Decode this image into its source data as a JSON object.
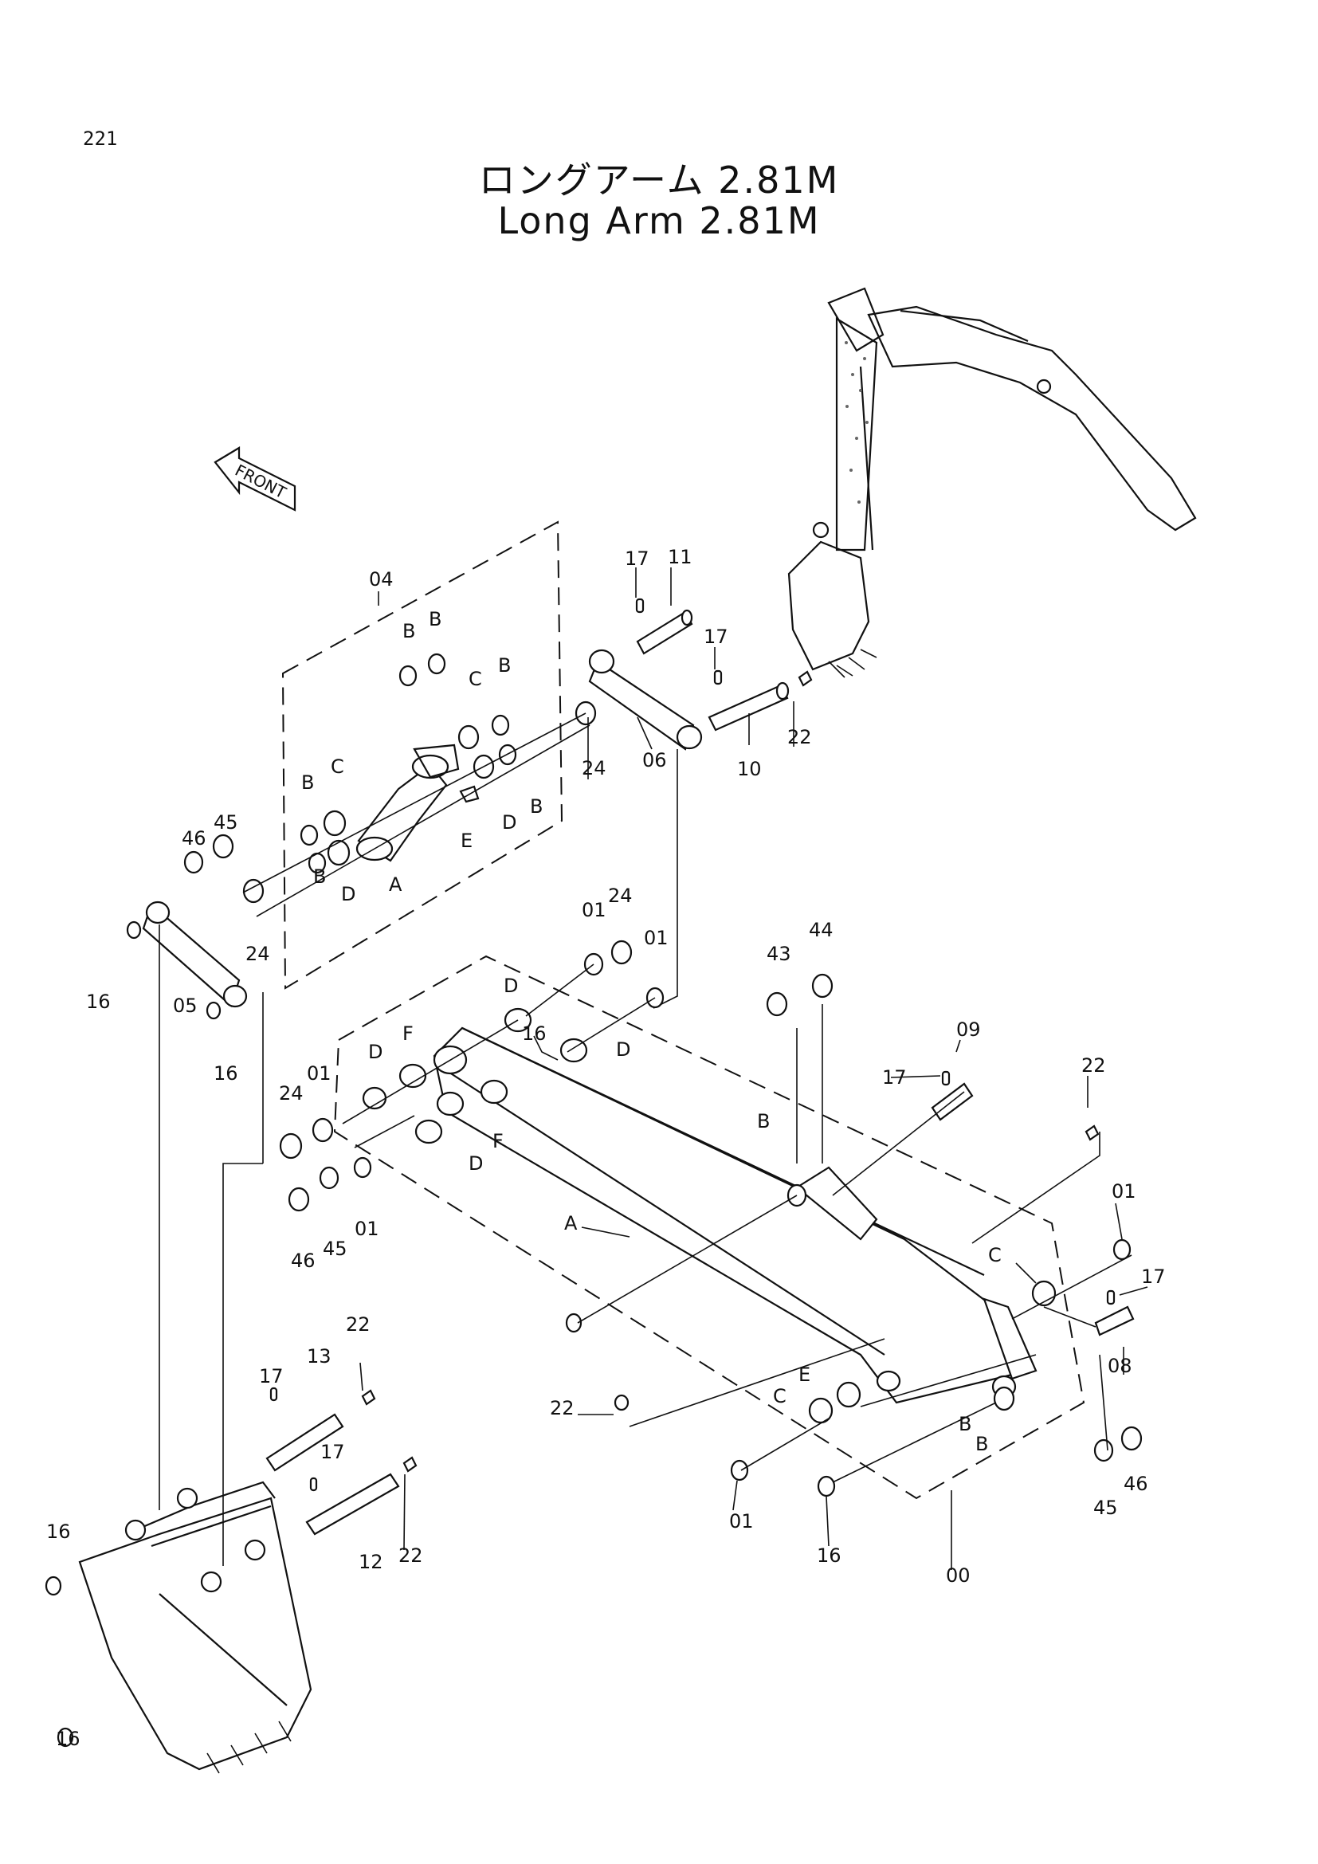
{
  "page": {
    "number": "221"
  },
  "title": {
    "japanese": "ロングアーム 2.81M",
    "english": "Long Arm 2.81M"
  },
  "front_marker": "FRONT",
  "callouts": {
    "a00": "00",
    "a01": "01",
    "a04": "04",
    "a05": "05",
    "a06": "06",
    "a08": "08",
    "a09": "09",
    "a10": "10",
    "a11": "11",
    "a12": "12",
    "a13": "13",
    "a16": "16",
    "a17": "17",
    "a22": "22",
    "a24": "24",
    "a43": "43",
    "a44": "44",
    "a45": "45",
    "a46": "46",
    "A": "A",
    "B": "B",
    "C": "C",
    "D": "D",
    "E": "E",
    "F": "F"
  }
}
